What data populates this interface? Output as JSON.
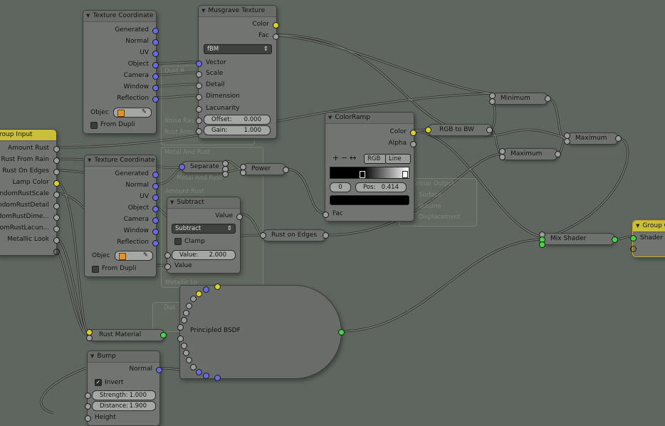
{
  "texture_coord_1": {
    "title": "Texture Coordinate",
    "outputs": [
      "Generated",
      "Normal",
      "UV",
      "Object",
      "Camera",
      "Window",
      "Reflection"
    ],
    "object_label": "Objec",
    "from_dupli": "From Dupli"
  },
  "musgrave": {
    "title": "Musgrave Texture",
    "outputs": [
      "Color",
      "Fac"
    ],
    "type_value": "fBM",
    "inputs": [
      "Vector",
      "Scale",
      "Detail",
      "Dimension",
      "Lacunarity"
    ],
    "offset_label": "Offset:",
    "offset_value": "0.000",
    "gain_label": "Gain:",
    "gain_value": "1.000"
  },
  "group_input": {
    "title": "roup Input",
    "outputs": [
      "Amount Rust",
      "Rust From Rain",
      "Rust On Edges",
      "Lamp Color",
      "ndomRustScale",
      "ndomRustDetail",
      "domRustDime...",
      "omRustLacun...",
      "Metallic Look"
    ]
  },
  "texture_coord_2": {
    "title": "Texture Coordinate",
    "outputs": [
      "Generated",
      "Normal",
      "UV",
      "Object",
      "Camera",
      "Window",
      "Reflection"
    ],
    "object_label": "Objec",
    "from_dupli": "From Dupli"
  },
  "separate": {
    "label": "Separate"
  },
  "power": {
    "label": "Power"
  },
  "subtract": {
    "title": "Subtract",
    "output": "Value",
    "operation": "Subtract",
    "clamp": "Clamp",
    "value_label": "Value:",
    "value_value": "2.000",
    "input": "Value"
  },
  "colorramp": {
    "title": "ColorRamp",
    "outputs": [
      "Color",
      "Alpha"
    ],
    "plus": "+",
    "minus": "−",
    "flip": "↔",
    "mode": "RGB",
    "interp": "Line",
    "index": "0",
    "pos_label": "Pos:",
    "pos_value": "0.414",
    "input": "Fac"
  },
  "rgb_to_bw": {
    "label": "RGB to BW"
  },
  "minimum": {
    "label": "Minimum"
  },
  "maximum_1": {
    "label": "Maximum"
  },
  "maximum_2": {
    "label": "Maximum"
  },
  "rust_on_edges": {
    "label": "Rust on Edges"
  },
  "mix_shader": {
    "label": "Mix Shader"
  },
  "group_output": {
    "title": "Group O",
    "input": "Shader"
  },
  "rust_material": {
    "label": "Rust Material"
  },
  "principled": {
    "label": "Principled BSDF"
  },
  "bump": {
    "title": "Bump",
    "output": "Normal",
    "invert": "Invert",
    "strength_label": "Strength:",
    "strength_value": "1.000",
    "distance_label": "Distance:",
    "distance_value": "1.900",
    "height": "Height"
  },
  "ghost_labels": [
    "Dust R",
    "Noise Ras",
    "Rust Amo",
    "Metal And Rust",
    "Metal And Rust",
    "Amount Rust",
    "Metallic Lo",
    "Dus",
    "Group Output",
    "Surface",
    "Volume",
    "Displacement"
  ],
  "colors": {
    "background": "#5f6660",
    "node": "#727472",
    "wire": "#3a3c3a",
    "group_header": "#c9bf3a",
    "socket_vector": "#6a6be0",
    "socket_color": "#d8d226",
    "socket_float": "#9c9c9c",
    "socket_shader": "#47d447"
  }
}
